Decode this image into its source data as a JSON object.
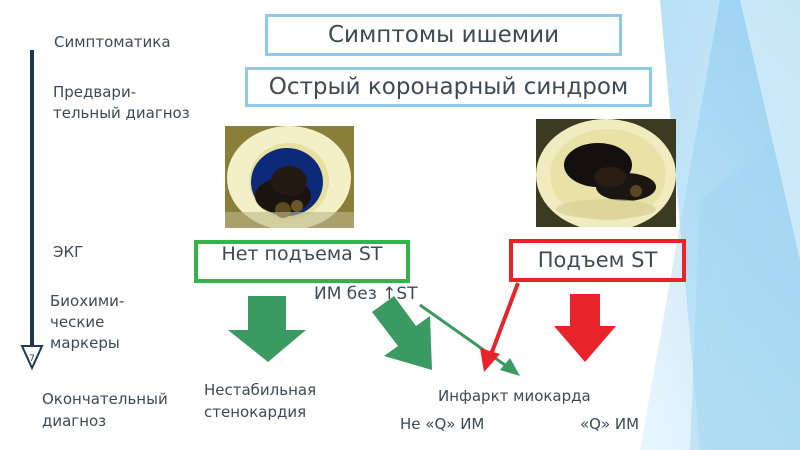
{
  "left_labels": {
    "symptoms": "Симптоматика",
    "prelim_diagnosis_1": "Предвари-",
    "prelim_diagnosis_2": "тельный диагноз",
    "ecg": "ЭКГ",
    "markers_1": "Биохими-",
    "markers_2": "ческие",
    "markers_3": "маркеры",
    "final_diagnosis_1": "Окончательный",
    "final_diagnosis_2": "диагноз"
  },
  "boxes": {
    "symptoms": "Симптомы ишемии",
    "acs": "Острый коронарный синдром",
    "no_st_elevation": "Нет подъема ST",
    "st_elevation": "Подъем ST"
  },
  "notes": {
    "mi_without_st": "ИМ без ↑ST"
  },
  "outcomes": {
    "unstable_angina_1": "Нестабильная",
    "unstable_angina_2": "стенокардия",
    "mi": "Инфаркт миокарда",
    "non_q_mi": "Не «Q» ИМ",
    "q_mi": "«Q» ИМ"
  },
  "slide_number": "7",
  "colors": {
    "text": "#3d4a54",
    "box_border_blue": "#8fc9e8",
    "green_border": "#33b34a",
    "green_arrow": "#3a9a62",
    "red": "#e8232a",
    "timeline": "#1b3a52"
  }
}
